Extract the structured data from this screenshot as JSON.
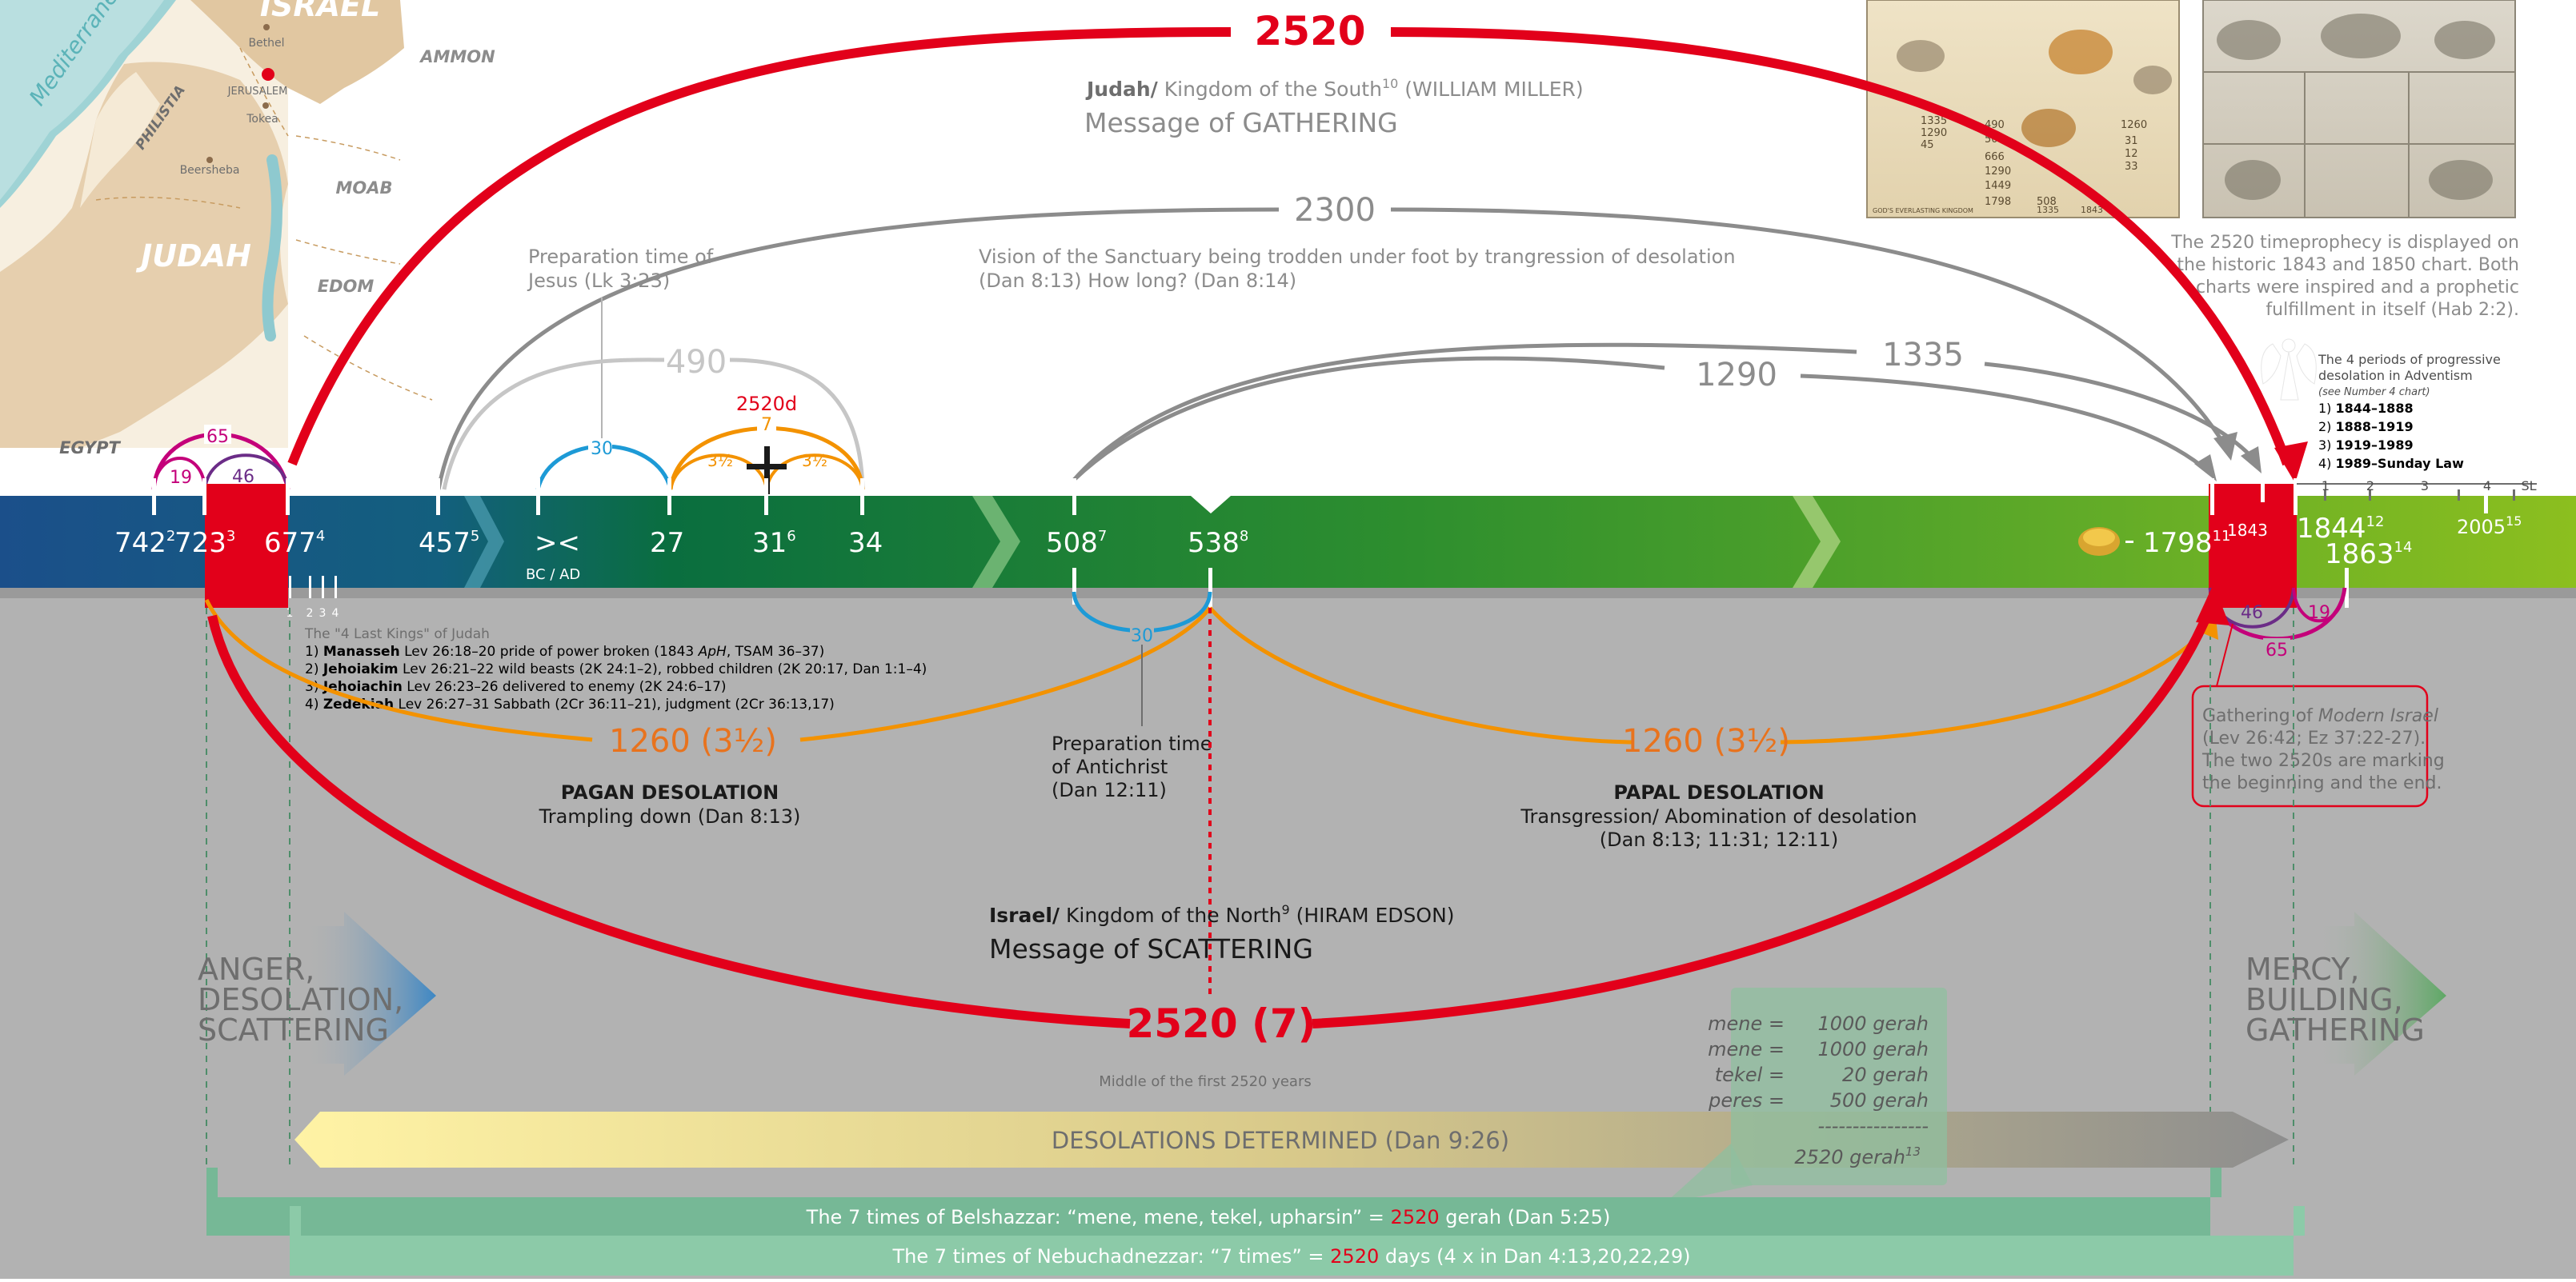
{
  "colors": {
    "red": "#e2001a",
    "orange": "#f39200",
    "orange_text": "#e8731e",
    "magenta": "#c4007a",
    "purple": "#6b2c87",
    "cyan": "#1d9ad6",
    "grey_arc": "#8c8c8c",
    "light_grey_arc": "#c6c6c6",
    "bottom_bg": "#b2b2b2",
    "band_green": "#76b896"
  },
  "map": {
    "region_israel": "ISRAEL",
    "region_judah": "JUDAH",
    "region_ammon": "AMMON",
    "region_moab": "MOAB",
    "region_edom": "EDOM",
    "region_egypt": "EGYPT",
    "region_philistia": "PHILISTIA",
    "sea": "Mediterranean",
    "city_bethel": "Bethel",
    "city_jerusalem": "JERUSALEM",
    "city_tokea": "Tokea",
    "city_beersheba": "Beersheba"
  },
  "top": {
    "arc_2520": "2520",
    "judah_bold": "Judah/",
    "judah_rest": " Kingdom of the South",
    "judah_sup": "10",
    "judah_name": " (WILLIAM MILLER)",
    "gathering": "Message of GATHERING",
    "arc_2300": "2300",
    "vision_line1": "Vision of the Sanctuary being trodden under foot by trangression of desolation",
    "vision_line2": "(Dan 8:13) How long? (Dan 8:14)",
    "prep_jesus_line1": "Preparation time of",
    "prep_jesus_line2": "Jesus (Lk 3:23)",
    "arc_490": "490",
    "arc_2520d": "2520d",
    "arc_7": "7",
    "arc_3half_left": "3½",
    "arc_3half_right": "3½",
    "arc_30_top": "30",
    "arc_1290": "1290",
    "arc_1335": "1335",
    "arc_65": "65",
    "arc_19": "19",
    "arc_46": "46"
  },
  "charts_caption": {
    "line1": "The 2520 timeprophecy is displayed on",
    "line2": "the historic 1843 and 1850 chart. Both",
    "line3": "charts were inspired and a prophetic",
    "line4": "fulfillment in itself (Hab 2:2).",
    "chart1_numbers": [
      "1335",
      "1290",
      "45",
      "490",
      "508",
      "1260",
      "666",
      "1290",
      "1449",
      "31",
      "12",
      "33",
      "1798",
      "508",
      "1335",
      "1843"
    ],
    "chart1_footer": "GOD'S EVERLASTING KINGDOM"
  },
  "periods": {
    "title1": "The 4 periods of progressive",
    "title2": "desolation in Adventism",
    "sub": "(see Number 4 chart)",
    "p1_num": "1) ",
    "p1": "1844–1888",
    "p2_num": "2) ",
    "p2": "1888–1919",
    "p3_num": "3) ",
    "p3": "1919–1989",
    "p4_num": "4) ",
    "p4": "1989–Sunday Law"
  },
  "timeline": {
    "y742": "742",
    "y742_sup": "2",
    "y723": "723",
    "y723_sup": "3",
    "y677": "677",
    "y677_sup": "4",
    "y457": "457",
    "y457_sup": "5",
    "bcad_mark": "><",
    "bcad": "BC / AD",
    "y27": "27",
    "y31": "31",
    "y31_sup": "6",
    "y34": "34",
    "y508": "508",
    "y508_sup": "7",
    "y538": "538",
    "y538_sup": "8",
    "y1798": "1798",
    "y1798_sup": "11",
    "y1843": "1843",
    "y1844": "1844",
    "y1844_sup": "12",
    "y1863": "1863",
    "y1863_sup": "14",
    "y2005": "2005",
    "y2005_sup": "15",
    "right_ticks": [
      "1",
      "2",
      "3",
      "4",
      "SL"
    ],
    "kings_ticks": [
      "1",
      "2",
      "3",
      "4"
    ]
  },
  "kings": {
    "title": "The \"4 Last Kings\" of Judah",
    "k1_num": "1) ",
    "k1_name": "Manasseh",
    "k1_a": " Lev 26:18–20 pride of power broken (1843 ",
    "k1_i": "ApH",
    "k1_b": ", TSAM 36–37)",
    "k2_num": "2) ",
    "k2_name": "Jehoiakim",
    "k2_a": " Lev 26:21–22 wild beasts (2K 24:1–2), robbed children (2K 20:17, Dan 1:1–4)",
    "k3_num": "3) ",
    "k3_name": "Jehoiachin",
    "k3_a": " Lev 26:23–26 delivered to enemy (2K 24:6–17)",
    "k4_num": "4) ",
    "k4_name": "Zedekiah",
    "k4_a": " Lev 26:27–31 Sabbath (2Cr 36:11–21), judgment (2Cr 36:13,17)"
  },
  "lower": {
    "arc_1260_left": "1260 (3½)",
    "arc_1260_right": "1260 (3½)",
    "pagan_title": "PAGAN DESOLATION",
    "pagan_sub": "Trampling down (Dan 8:13)",
    "arc_30_bottom": "30",
    "prep_anti_1": "Preparation time",
    "prep_anti_2": "of Antichrist",
    "prep_anti_3": "(Dan 12:11)",
    "papal_title": "PAPAL DESOLATION",
    "papal_sub1": "Transgression/ Abomination of desolation",
    "papal_sub2": "(Dan 8:13; 11:31; 12:11)",
    "israel_bold": "Israel/",
    "israel_rest": " Kingdom of the North",
    "israel_sup": "9",
    "israel_name": " (HIRAM EDSON)",
    "scattering": "Message of SCATTERING",
    "arc_2520_7": "2520 (7)",
    "middle": "Middle of the first 2520 years",
    "anger1": "ANGER,",
    "anger2": "DESOLATION,",
    "anger3": "SCATTERING",
    "mercy1": "MERCY,",
    "mercy2": "BUILDING,",
    "mercy3": "GATHERING",
    "arc_46_right": "46",
    "arc_19_right": "19",
    "arc_65_right": "65",
    "gather_1a": "Gathering of ",
    "gather_1b": "Modern Israel",
    "gather_2": "(Lev  26:42; Ez 37:22-27).",
    "gather_3": "The two 2520s are marking",
    "gather_4": "the beginning and the end.",
    "desolations": "DESOLATIONS DETERMINED (Dan 9:26)"
  },
  "mene": {
    "rows": [
      {
        "word": "mene =",
        "value": "1000 gerah"
      },
      {
        "word": "mene =",
        "value": "1000 gerah"
      },
      {
        "word": "tekel =",
        "value": "20 gerah"
      },
      {
        "word": "peres =",
        "value": "500 gerah"
      }
    ],
    "rule": "----------------",
    "total": "2520 gerah",
    "total_sup": "13"
  },
  "bands": {
    "band1_a": "The 7 times of Belshazzar: “mene, mene, tekel, upharsin” = ",
    "band1_red": "2520",
    "band1_b": " gerah (Dan 5:25)",
    "band2_a": "The 7 times of Nebuchadnezzar: “7 times” = ",
    "band2_red": "2520",
    "band2_b": " days (4 x in Dan 4:13,20,22,29)"
  }
}
